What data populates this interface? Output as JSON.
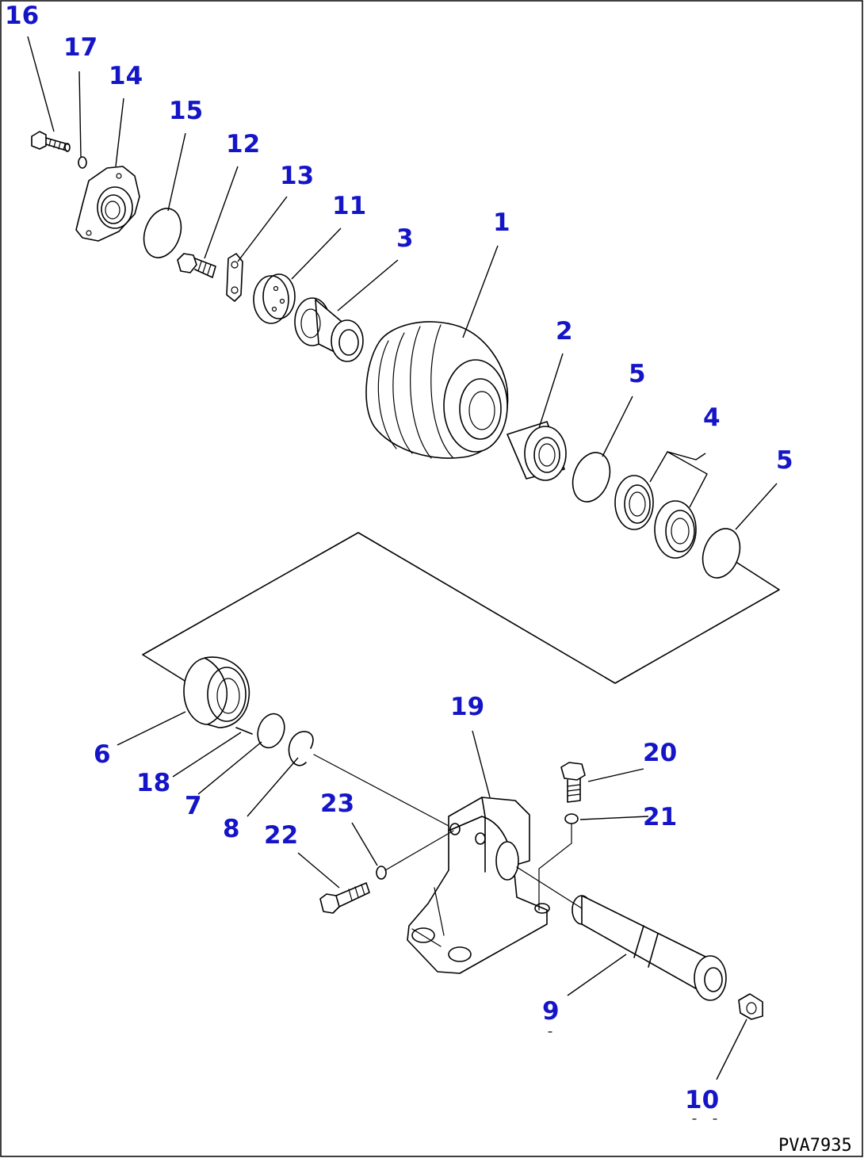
{
  "diagram": {
    "drawing_code": "PVA7935",
    "callouts": [
      {
        "id": "p16",
        "text": "16"
      },
      {
        "id": "p17",
        "text": "17"
      },
      {
        "id": "p14",
        "text": "14"
      },
      {
        "id": "p15",
        "text": "15"
      },
      {
        "id": "p12",
        "text": "12"
      },
      {
        "id": "p13",
        "text": "13"
      },
      {
        "id": "p11",
        "text": "11"
      },
      {
        "id": "p3",
        "text": "3"
      },
      {
        "id": "p1",
        "text": "1"
      },
      {
        "id": "p2",
        "text": "2"
      },
      {
        "id": "p5a",
        "text": "5"
      },
      {
        "id": "p4",
        "text": "4"
      },
      {
        "id": "p5b",
        "text": "5"
      },
      {
        "id": "p6",
        "text": "6"
      },
      {
        "id": "p18",
        "text": "18"
      },
      {
        "id": "p7",
        "text": "7"
      },
      {
        "id": "p8",
        "text": "8"
      },
      {
        "id": "p19",
        "text": "19"
      },
      {
        "id": "p20",
        "text": "20"
      },
      {
        "id": "p21",
        "text": "21"
      },
      {
        "id": "p23",
        "text": "23"
      },
      {
        "id": "p22",
        "text": "22"
      },
      {
        "id": "p9",
        "text": "9"
      },
      {
        "id": "p10",
        "text": "10"
      }
    ]
  }
}
